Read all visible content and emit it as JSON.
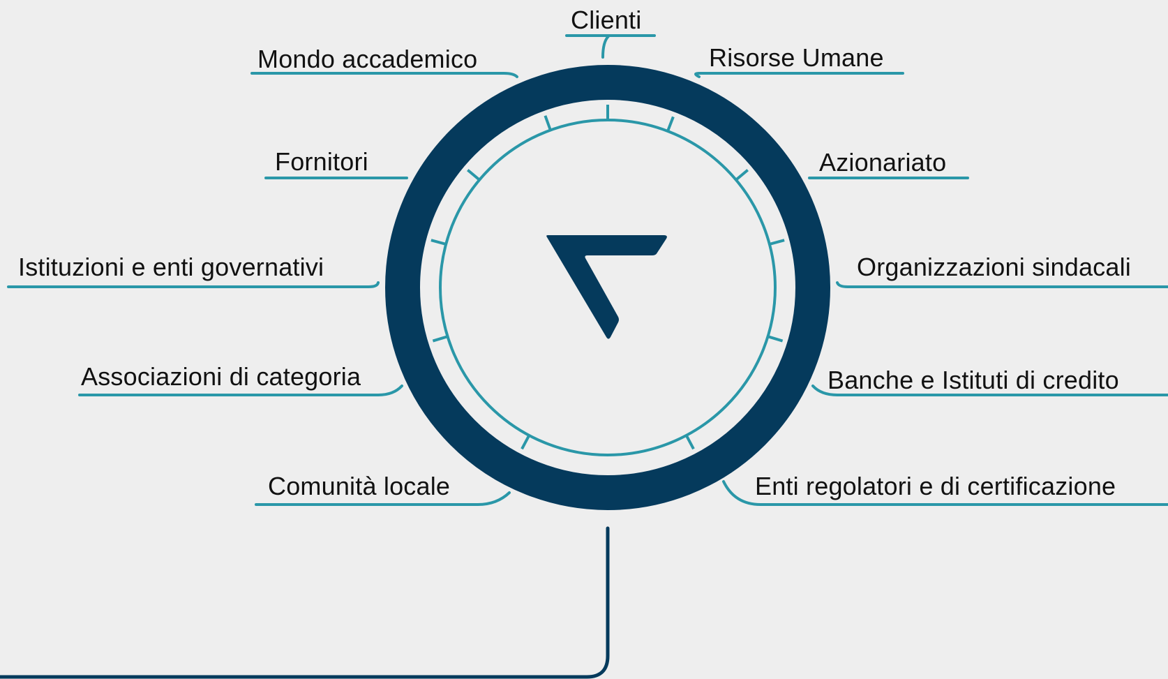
{
  "colors": {
    "background": "#eeeeee",
    "ring": "#053a5c",
    "accent": "#2a97a8",
    "text": "#111111"
  },
  "center_logo": {
    "icon": "chevron-logo-icon"
  },
  "stakeholders": [
    {
      "id": "clienti",
      "label": "Clienti"
    },
    {
      "id": "risorse-umane",
      "label": "Risorse Umane"
    },
    {
      "id": "azionariato",
      "label": "Azionariato"
    },
    {
      "id": "organizzazioni-sindacali",
      "label": "Organizzazioni sindacali"
    },
    {
      "id": "banche",
      "label": "Banche e Istituti di credito"
    },
    {
      "id": "enti-regolatori",
      "label": "Enti regolatori e di certificazione"
    },
    {
      "id": "comunita-locale",
      "label": "Comunità locale"
    },
    {
      "id": "associazioni",
      "label": "Associazioni di categoria"
    },
    {
      "id": "istituzioni",
      "label": "Istituzioni e enti governativi"
    },
    {
      "id": "fornitori",
      "label": "Fornitori"
    },
    {
      "id": "mondo-accademico",
      "label": "Mondo accademico"
    }
  ]
}
